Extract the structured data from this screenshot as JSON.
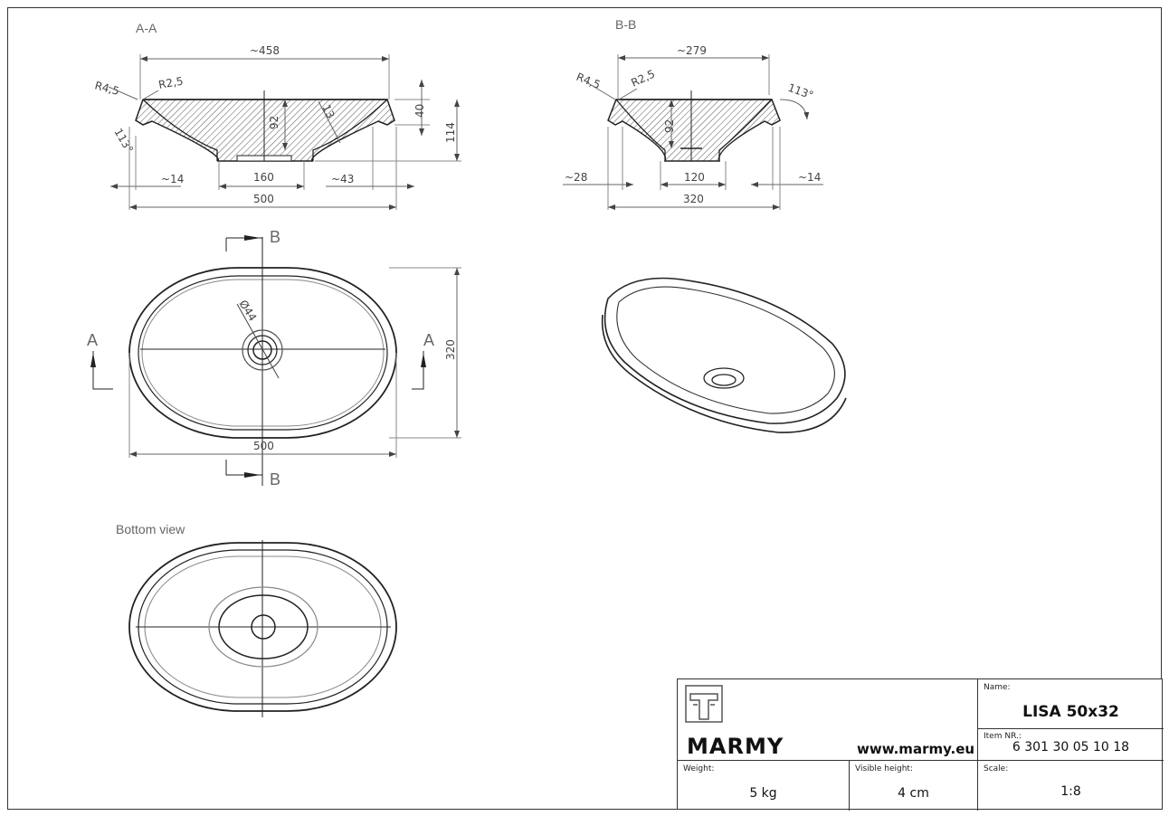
{
  "sections": {
    "aa": "A-A",
    "bb": "B-B",
    "bottom_view": "Bottom view",
    "a_marker": "A",
    "b_marker": "B"
  },
  "dims_aa": {
    "width_top": "~458",
    "r_outer": "R4,5",
    "r_inner": "R2,5",
    "depth": "92",
    "wall": "13",
    "h40": "40",
    "h114": "114",
    "angle": "113°",
    "left14": "~14",
    "base160": "160",
    "right43": "~43",
    "total500": "500"
  },
  "dims_bb": {
    "width_top": "~279",
    "r_outer": "R4,5",
    "r_inner": "R2,5",
    "angle": "113°",
    "depth": "92",
    "left28": "~28",
    "base120": "120",
    "right14": "~14",
    "total320": "320"
  },
  "dims_plan": {
    "drain": "Ø44",
    "height320": "320",
    "width500": "500"
  },
  "title_block": {
    "brand": "MARMY",
    "website": "www.marmy.eu",
    "name_label": "Name:",
    "name_value": "LISA 50x32",
    "item_label": "Item NR.:",
    "item_value": "6 301 30 05 10 18",
    "weight_label": "Weight:",
    "weight_value": "5 kg",
    "visible_height_label": "Visible height:",
    "visible_height_value": "4 cm",
    "scale_label": "Scale:",
    "scale_value": "1:8"
  },
  "icons": {
    "logo": "marmy-tap-logo-icon"
  }
}
